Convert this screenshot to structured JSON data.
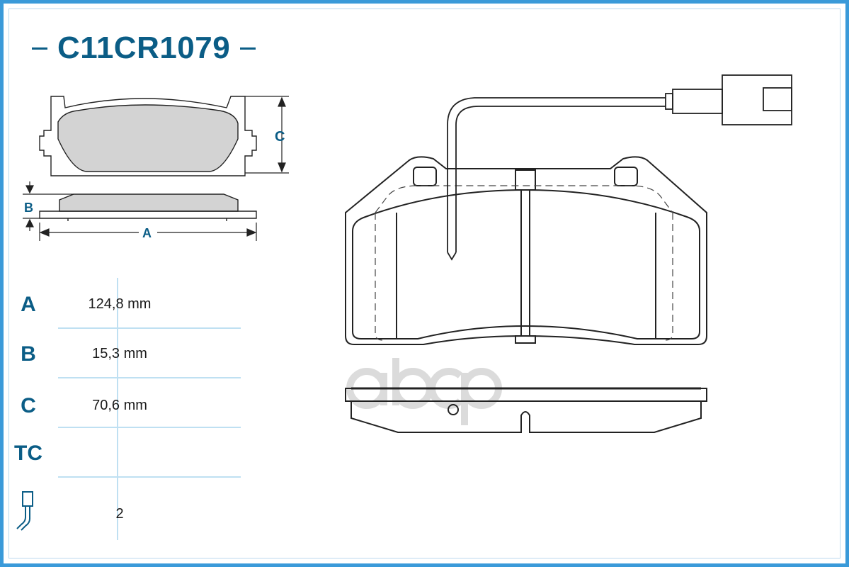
{
  "part_number": "C11CR1079",
  "dimension_labels": {
    "a": "A",
    "b": "B",
    "c": "C"
  },
  "specs": [
    {
      "label": "A",
      "value": "124,8 mm"
    },
    {
      "label": "B",
      "value": "15,3 mm"
    },
    {
      "label": "C",
      "value": "70,6 mm"
    },
    {
      "label": "TC",
      "value": ""
    },
    {
      "label": "",
      "value": "2",
      "icon": "sensor-wire-icon"
    }
  ],
  "watermark": "abcp",
  "colors": {
    "accent": "#0b5d86",
    "frame": "#3a9ad9",
    "pad_fill": "#d3d3d3",
    "divider": "#bfe0f2"
  }
}
